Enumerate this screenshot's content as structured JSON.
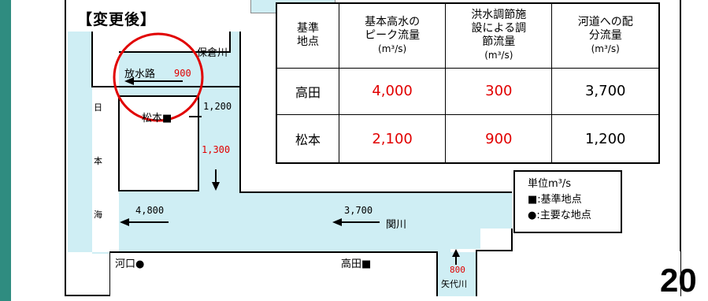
{
  "heading": "【変更後】",
  "map": {
    "rivers": {
      "hokura": "保倉川",
      "seki": "関川",
      "yashiro": "矢代川",
      "hojiro": "放水路"
    },
    "sea_chars": [
      "日",
      "本",
      "海"
    ],
    "places": {
      "matsumoto": "松本■",
      "takada": "高田■",
      "kakou": "河口●"
    },
    "flows": {
      "hojiro": "900",
      "matsumoto_right": "1,200",
      "matsumoto_down": "1,300",
      "kakou": "4,800",
      "seki": "3,700",
      "yashiro": "800"
    }
  },
  "table": {
    "headers": [
      [
        "基準",
        "地点"
      ],
      [
        "基本高水の",
        "ピーク流量",
        "(m³/s)"
      ],
      [
        "洪水調節施",
        "設による調",
        "節流量",
        "(m³/s)"
      ],
      [
        "河道への配",
        "分流量",
        "(m³/s)"
      ]
    ],
    "rows": [
      {
        "site": "高田",
        "peak": "4,000",
        "control": "300",
        "channel": "3,700"
      },
      {
        "site": "松本",
        "peak": "2,100",
        "control": "900",
        "channel": "1,200"
      }
    ]
  },
  "legend": {
    "unit": "単位m³/s",
    "square": "■:基準地点",
    "circle": "●:主要な地点"
  },
  "page_number": "20",
  "colors": {
    "water": "#cfeef4",
    "highlight_red": "#e10000",
    "accent_teal": "#2f8c80"
  }
}
